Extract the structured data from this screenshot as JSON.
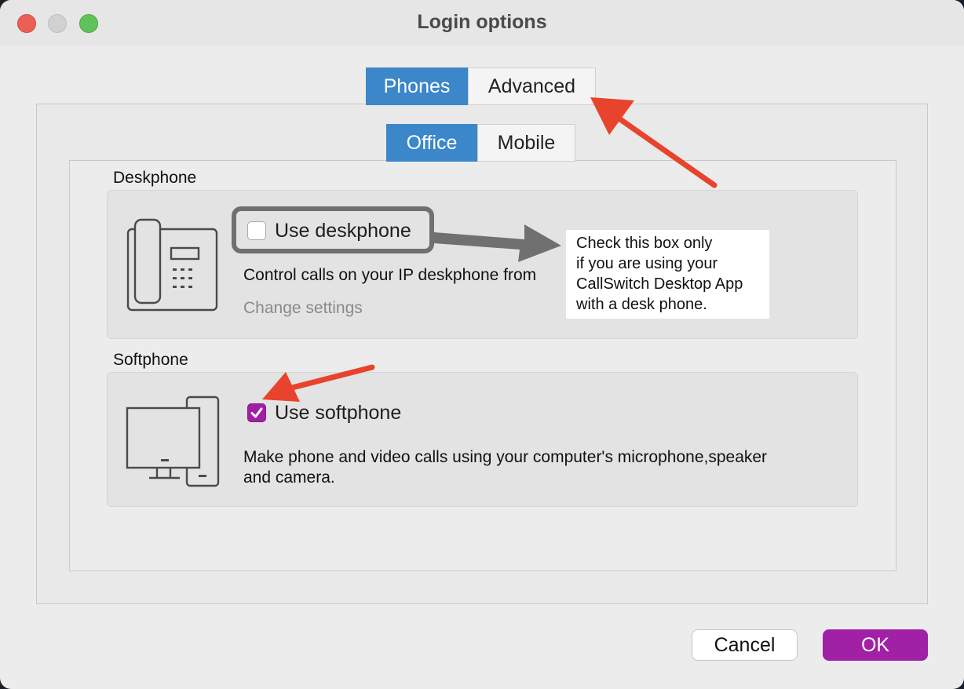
{
  "window": {
    "title": "Login options"
  },
  "tabs_top": [
    {
      "label": "Phones",
      "active": true
    },
    {
      "label": "Advanced",
      "active": false
    }
  ],
  "tabs_sub": [
    {
      "label": "Office",
      "active": true
    },
    {
      "label": "Mobile",
      "active": false
    }
  ],
  "deskphone": {
    "section_label": "Deskphone",
    "checkbox_label": "Use deskphone",
    "checked": false,
    "description": "Control calls on your IP deskphone from",
    "link": "Change settings",
    "icon": "deskphone-icon"
  },
  "softphone": {
    "section_label": "Softphone",
    "checkbox_label": "Use softphone",
    "checked": true,
    "description_line1": "Make phone and video calls using your computer's microphone,speaker",
    "description_line2": "and camera.",
    "icon": "computer-phone-icon"
  },
  "annotation_note": {
    "lines": [
      "Check this box only",
      "if you are using your",
      "CallSwitch Desktop App",
      "with a desk phone."
    ]
  },
  "buttons": {
    "cancel": "Cancel",
    "ok": "OK"
  },
  "colors": {
    "accent_tab": "#3b87c9",
    "brand_purple": "#a020a6",
    "arrow_red": "#e8432c",
    "arrow_gray": "#707070"
  }
}
